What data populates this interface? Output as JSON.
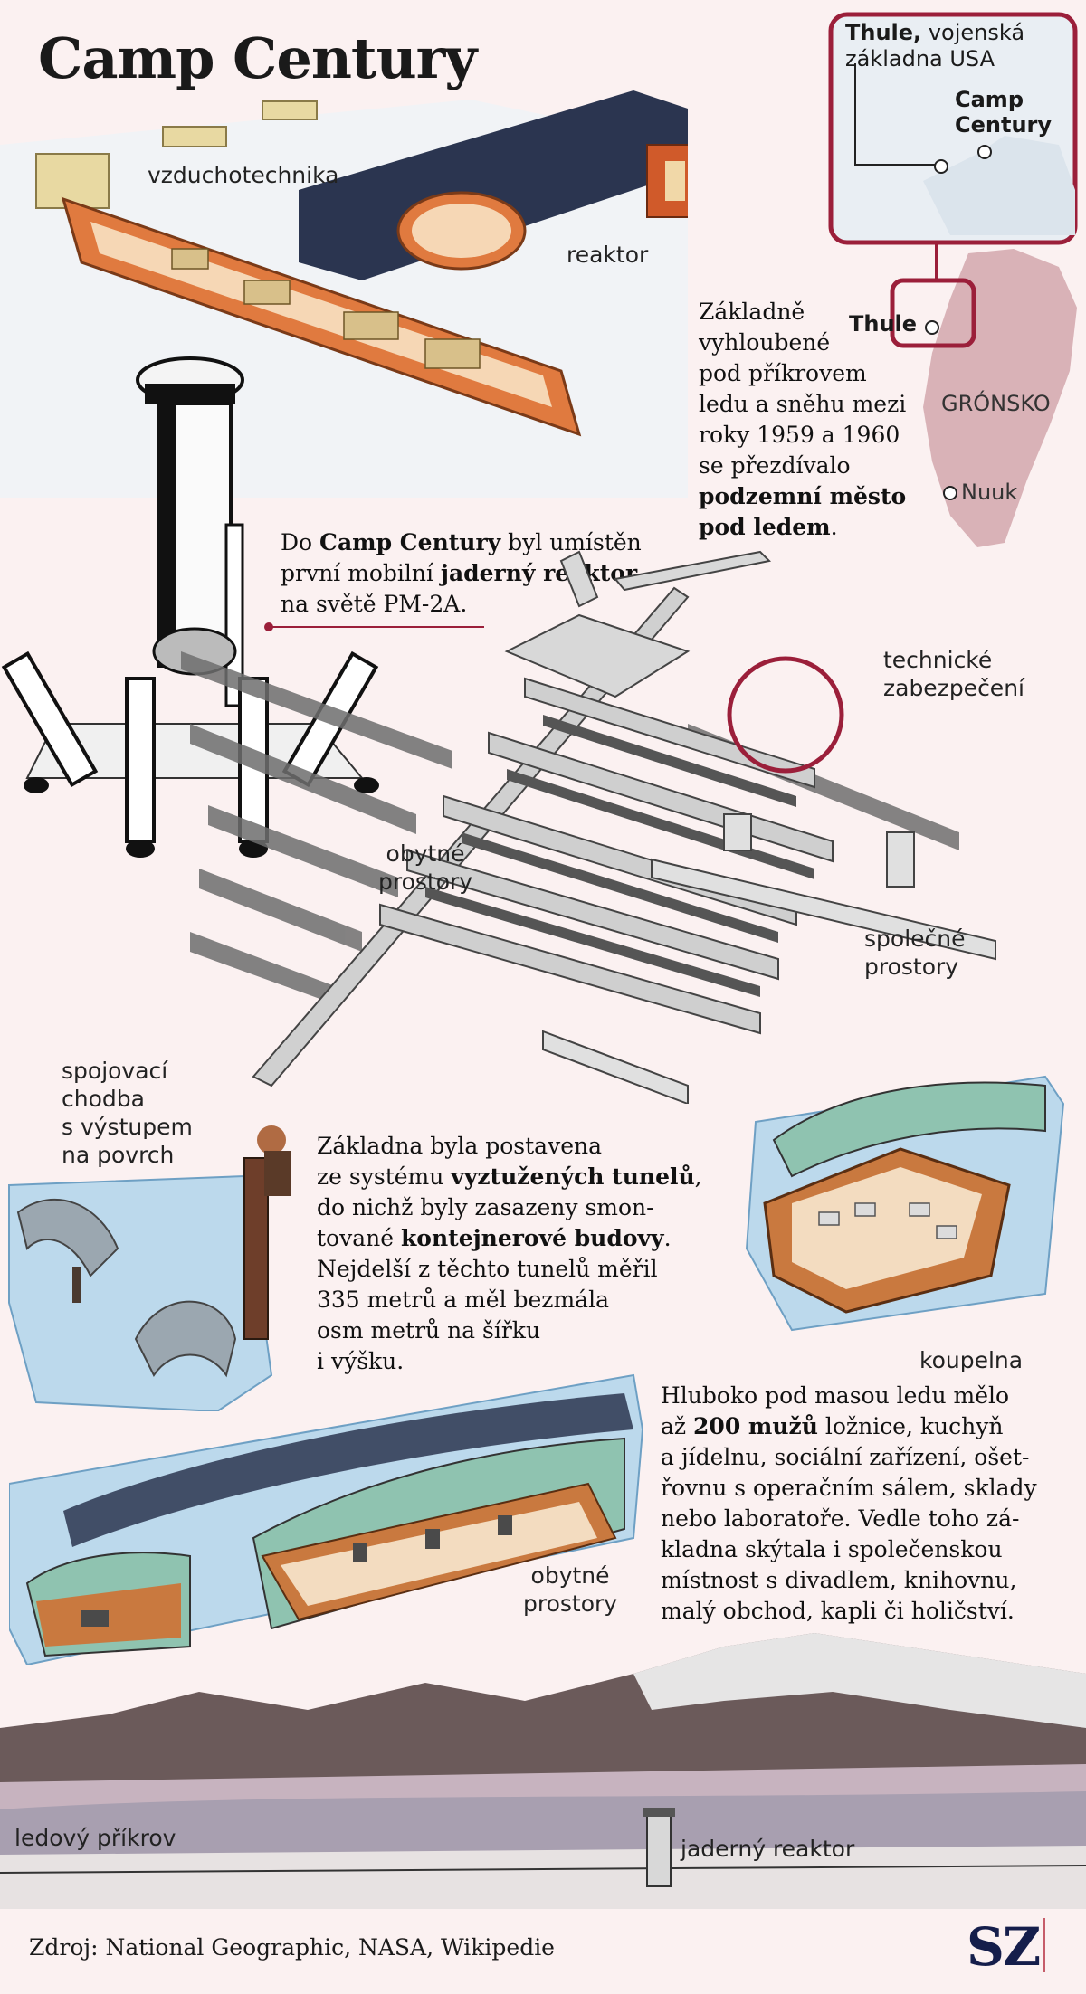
{
  "title": "Camp Century",
  "labels": {
    "vzduchotechnika": "vzduchotechnika",
    "reaktor": "reaktor",
    "technicke_1": "technické",
    "technicke_2": "zabezpečení",
    "obytne_top_1": "obytné",
    "obytne_top_2": "prostory",
    "spolecne_1": "společné",
    "spolecne_2": "prostory",
    "spojovaci_1": "spojovací",
    "spojovaci_2": "chodba",
    "spojovaci_3": "s výstupem",
    "spojovaci_4": "na povrch",
    "koupelna": "koupelna",
    "obytne_bottom_1": "obytné",
    "obytne_bottom_2": "prostory",
    "ledovy": "ledový příkrov",
    "jaderny": "jaderný reaktor"
  },
  "map": {
    "thule_bold": "Thule,",
    "thule_desc_1": "vojenská",
    "thule_desc_2": "základna USA",
    "camp_1": "Camp",
    "camp_2": "Century",
    "thule_small": "Thule",
    "gronsko": "GRÓNSKO",
    "nuuk": "Nuuk"
  },
  "intro": {
    "l1": "Základně",
    "l2": "vyhloubené",
    "l3": "pod příkrovem",
    "l4": "ledu a sněhu mezi",
    "l5": "roky 1959 a 1960",
    "l6": "se přezdívalo",
    "l7_bold": "podzemní město",
    "l8_bold": "pod ledem",
    "l8_tail": "."
  },
  "reactor_text": {
    "l1_a": "Do ",
    "l1_bold": "Camp Century",
    "l1_b": " byl umístěn",
    "l2_a": "první mobilní ",
    "l2_bold": "jaderný reaktor",
    "l3": "na světě PM-2A."
  },
  "tunnel_text": {
    "l1": "Základna byla postavena",
    "l2_a": "ze systému ",
    "l2_bold": "vyztužených tunelů",
    "l2_b": ",",
    "l3": "do nichž byly zasazeny smon-",
    "l4_a": "tované ",
    "l4_bold": "kontejnerové budovy",
    "l4_b": ".",
    "l5": "Nejdelší z těchto tunelů měřil",
    "l6": "335 metrů a měl bezmála",
    "l7": "osm metrů na šířku",
    "l8": "i výšku."
  },
  "men_text": {
    "l1": "Hluboko pod masou ledu mělo",
    "l2_a": "až ",
    "l2_bold": "200 mužů",
    "l2_b": " ložnice, kuchyň",
    "l3": "a jídelnu, sociální zařízení, ošet-",
    "l4": "řovnu s operačním sálem, sklady",
    "l5": "nebo laboratoře. Vedle toho zá-",
    "l6": "kladna skýtala i společenskou",
    "l7": "místnost s divadlem, knihovnu,",
    "l8": "malý obchod, kapli či holičství."
  },
  "source": "Zdroj: National Geographic, NASA, Wikipedie",
  "logo": "SZ",
  "colors": {
    "background": "#fbf1f1",
    "accent": "#9b1f3a",
    "tunnel_orange": "#e07a3f",
    "ice_blue": "#bcd9ec",
    "greenland": "#d9b2b7",
    "logo": "#151e4b"
  }
}
